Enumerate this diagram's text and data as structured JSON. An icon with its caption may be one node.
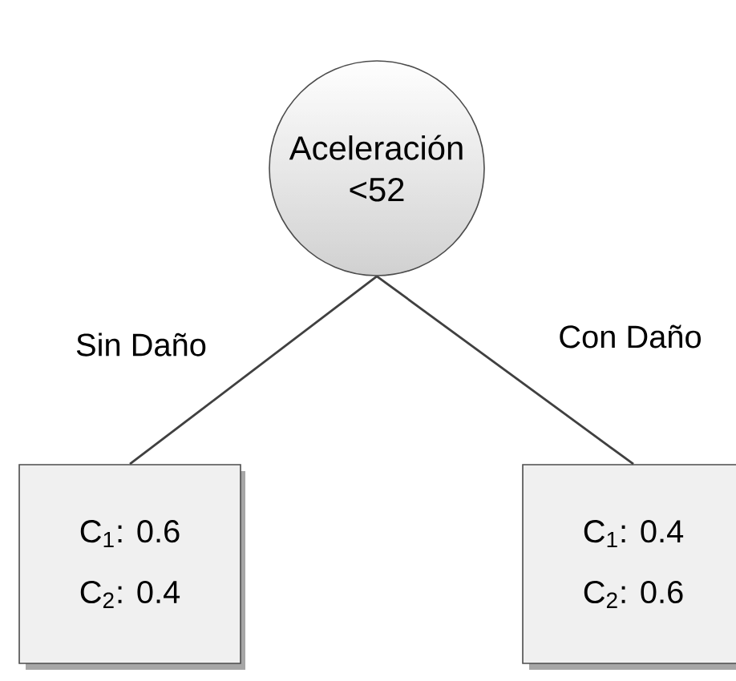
{
  "diagram": {
    "nodes": [
      {
        "text": [
          "Aceleración <52"
        ]
      },
      {
        "text": [
          "C$_{1}$: 0.6",
          "C$_{2}$: 0.4"
        ]
      },
      {
        "text": [
          "C$_{1}$: 0.4",
          "C$_{2}$: 0.6"
        ]
      }
    ],
    "edges": [
      {
        "from": 0,
        "to": 1,
        "arrow": "none",
        "label": "Sin Daño"
      },
      {
        "from": 0,
        "to": 2,
        "arrow": "none",
        "label": "Con Daño"
      }
    ]
  }
}
